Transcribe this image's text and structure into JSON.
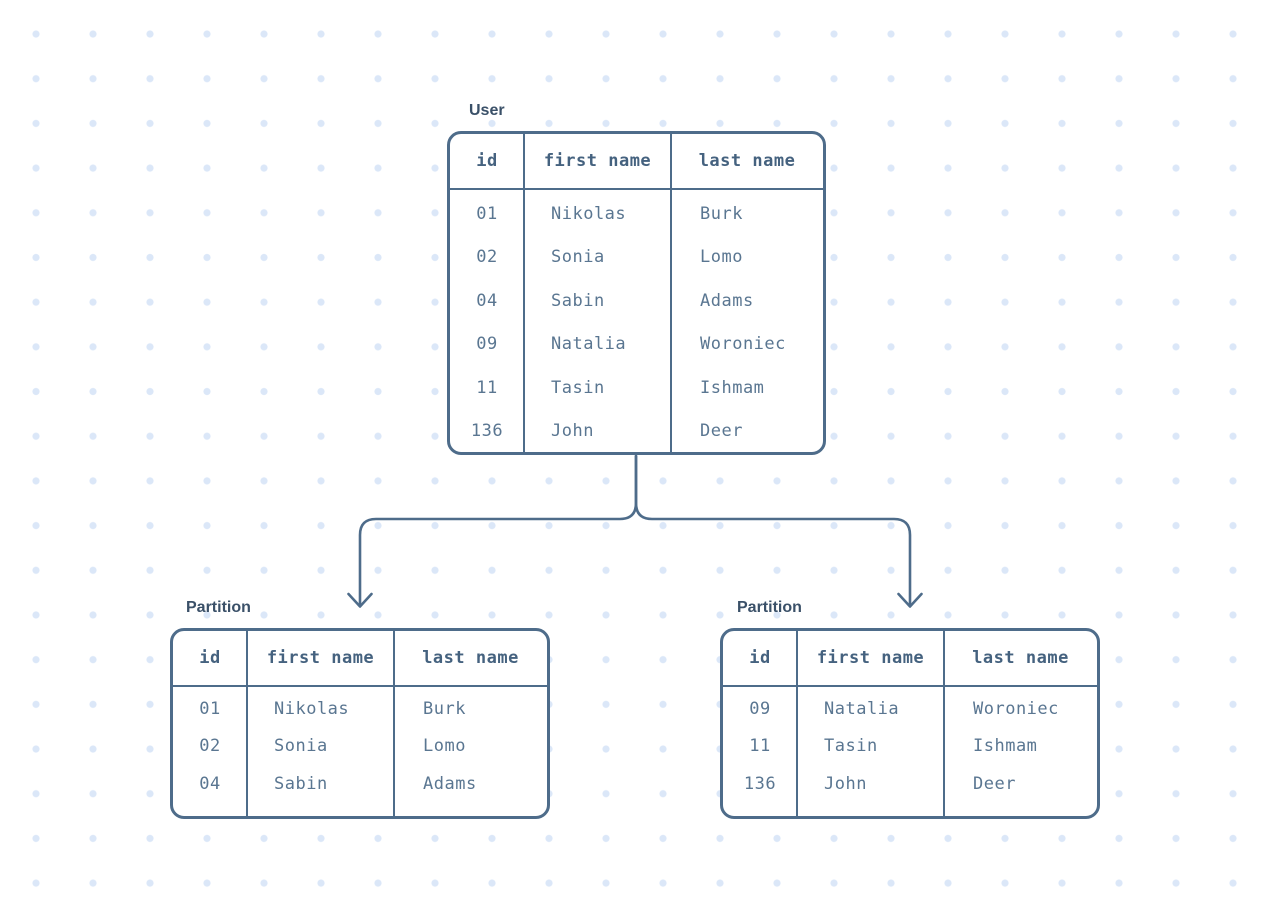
{
  "diagram": {
    "description": "database table partitioning diagram"
  },
  "tables": {
    "user": {
      "title": "User",
      "headers": [
        "id",
        "first name",
        "last name"
      ],
      "rows": [
        [
          "01",
          "Nikolas",
          "Burk"
        ],
        [
          "02",
          "Sonia",
          "Lomo"
        ],
        [
          "04",
          "Sabin",
          "Adams"
        ],
        [
          "09",
          "Natalia",
          "Woroniec"
        ],
        [
          "11",
          "Tasin",
          "Ishmam"
        ],
        [
          "136",
          "John",
          "Deer"
        ]
      ]
    },
    "partition_left": {
      "title": "Partition",
      "headers": [
        "id",
        "first name",
        "last name"
      ],
      "rows": [
        [
          "01",
          "Nikolas",
          "Burk"
        ],
        [
          "02",
          "Sonia",
          "Lomo"
        ],
        [
          "04",
          "Sabin",
          "Adams"
        ]
      ]
    },
    "partition_right": {
      "title": "Partition",
      "headers": [
        "id",
        "first name",
        "last name"
      ],
      "rows": [
        [
          "09",
          "Natalia",
          "Woroniec"
        ],
        [
          "11",
          "Tasin",
          "Ishmam"
        ],
        [
          "136",
          "John",
          "Deer"
        ]
      ]
    }
  },
  "colors": {
    "line": "#4e6c8a",
    "cell_text": "#5a7691",
    "header_text": "#45627f",
    "title_text": "#3a5068",
    "dot": "#dbe7f8",
    "background": "#ffffff"
  }
}
